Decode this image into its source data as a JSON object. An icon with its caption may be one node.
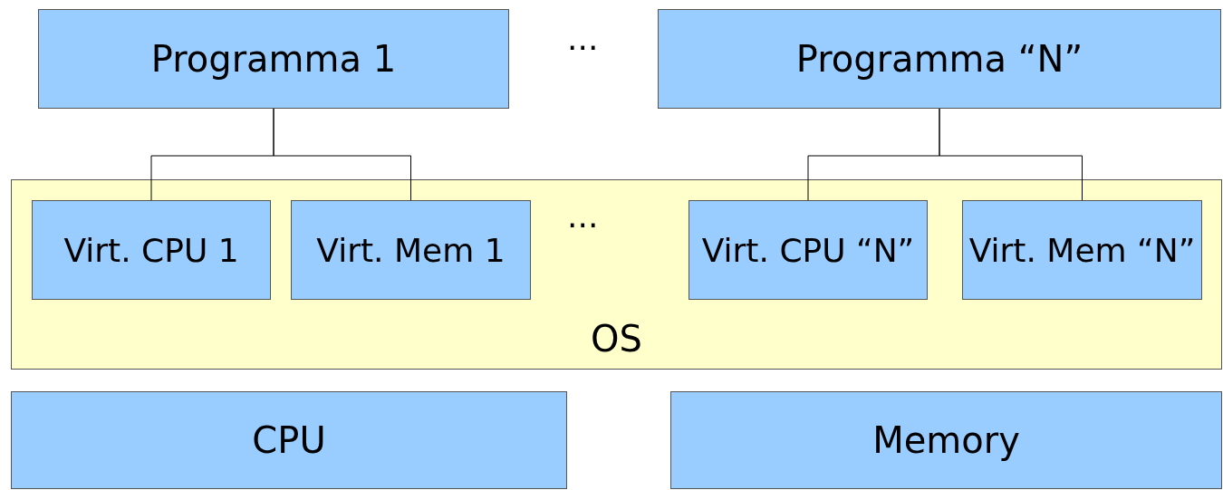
{
  "diagram": {
    "nodes": [
      {
        "text": [
          "Programma 1"
        ]
      },
      {
        "text": [
          "Programma “N”"
        ]
      },
      {
        "text": [
          "OS"
        ]
      },
      {
        "text": [
          "Virt. CPU 1"
        ],
        "in": 2
      },
      {
        "text": [
          "Virt. Mem 1"
        ],
        "in": 2
      },
      {
        "text": [
          "Virt. CPU “N”"
        ],
        "in": 2
      },
      {
        "text": [
          "Virt. Mem “N”"
        ],
        "in": 2
      },
      {
        "text": [
          "CPU"
        ]
      },
      {
        "text": [
          "Memory"
        ]
      }
    ],
    "edges": [
      {
        "from": 0,
        "to": 3,
        "arrow": "none"
      },
      {
        "from": 0,
        "to": 4,
        "arrow": "none"
      },
      {
        "from": 1,
        "to": 5,
        "arrow": "none"
      },
      {
        "from": 1,
        "to": 6,
        "arrow": "none"
      }
    ],
    "labels": [
      "...",
      "..."
    ]
  }
}
